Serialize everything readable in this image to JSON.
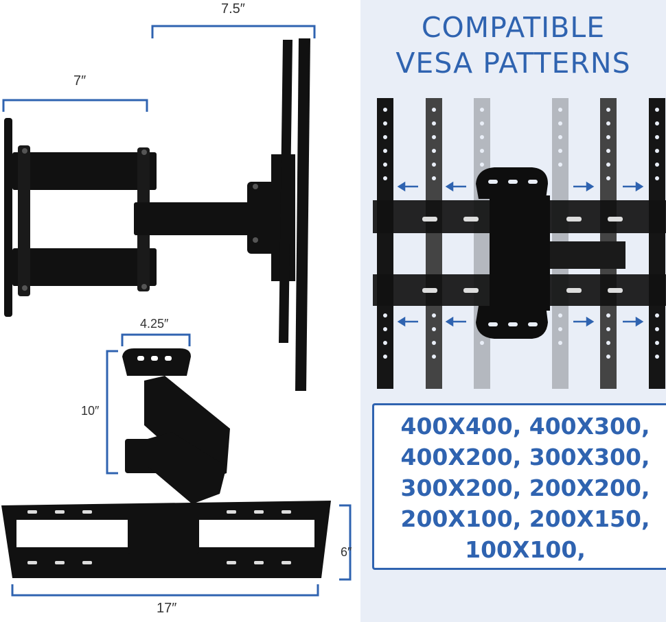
{
  "dimensions": {
    "arm_depth": "7.5″",
    "wall_plate_depth": "7″",
    "plate_width": "4.25″",
    "plate_height": "10″",
    "bracket_height": "6″",
    "bracket_width": "17″"
  },
  "right_panel": {
    "title_line1": "COMPATIBLE",
    "title_line2": "VESA PATTERNS",
    "patterns": [
      "400X400, 400X300,",
      "400X200, 300X300,",
      "300X200, 200X200,",
      "200X100, 200X150,",
      "100X100,"
    ]
  },
  "colors": {
    "accent": "#2f63b0",
    "panel_bg": "#e9eef7",
    "metal": "#111111"
  }
}
